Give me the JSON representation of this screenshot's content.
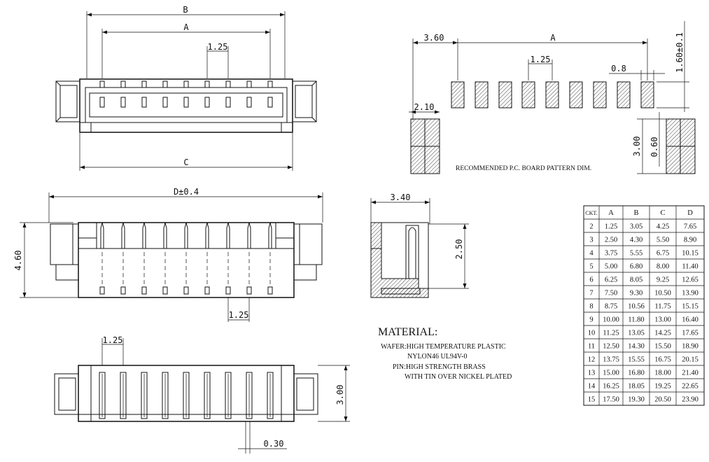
{
  "dimensions": {
    "top_view": {
      "b": "B",
      "a": "A",
      "pitch": "1.25",
      "c": "C"
    },
    "pcb_pattern": {
      "offset": "3.60",
      "a": "A",
      "pitch": "1.25",
      "pad_width": "0.8",
      "pad_height": "1.60±0.1",
      "side_pad_width": "2.10",
      "side_pad_height": "3.00",
      "side_pad_gap": "0.60",
      "caption": "RECOMMENDED P.C. BOARD PATTERN DIM."
    },
    "front_view": {
      "d": "D±0.4",
      "height": "4.60",
      "pitch": "1.25"
    },
    "side_view": {
      "depth": "3.40",
      "height": "2.50"
    },
    "bottom_view": {
      "pitch": "1.25",
      "height": "3.00",
      "pin_width": "0.30"
    }
  },
  "material": {
    "title": "MATERIAL:",
    "lines": [
      "WAFER:HIGH TEMPERATURE PLASTIC",
      "NYLON46 UL94V-0",
      "PIN:HIGH STRENGTH BRASS",
      "WITH TIN OVER NICKEL PLATED"
    ]
  },
  "table": {
    "headers": [
      "CKT.",
      "A",
      "B",
      "C",
      "D"
    ],
    "rows": [
      [
        "2",
        "1.25",
        "3.05",
        "4.25",
        "7.65"
      ],
      [
        "3",
        "2.50",
        "4.30",
        "5.50",
        "8.90"
      ],
      [
        "4",
        "3.75",
        "5.55",
        "6.75",
        "10.15"
      ],
      [
        "5",
        "5.00",
        "6.80",
        "8.00",
        "11.40"
      ],
      [
        "6",
        "6.25",
        "8.05",
        "9.25",
        "12.65"
      ],
      [
        "7",
        "7.50",
        "9.30",
        "10.50",
        "13.90"
      ],
      [
        "8",
        "8.75",
        "10.56",
        "11.75",
        "15.15"
      ],
      [
        "9",
        "10.00",
        "11.80",
        "13.00",
        "16.40"
      ],
      [
        "10",
        "11.25",
        "13.05",
        "14.25",
        "17.65"
      ],
      [
        "11",
        "12.50",
        "14.30",
        "15.50",
        "18.90"
      ],
      [
        "12",
        "13.75",
        "15.55",
        "16.75",
        "20.15"
      ],
      [
        "13",
        "15.00",
        "16.80",
        "18.00",
        "21.40"
      ],
      [
        "14",
        "16.25",
        "18.05",
        "19.25",
        "22.65"
      ],
      [
        "15",
        "17.50",
        "19.30",
        "20.50",
        "23.90"
      ]
    ]
  }
}
